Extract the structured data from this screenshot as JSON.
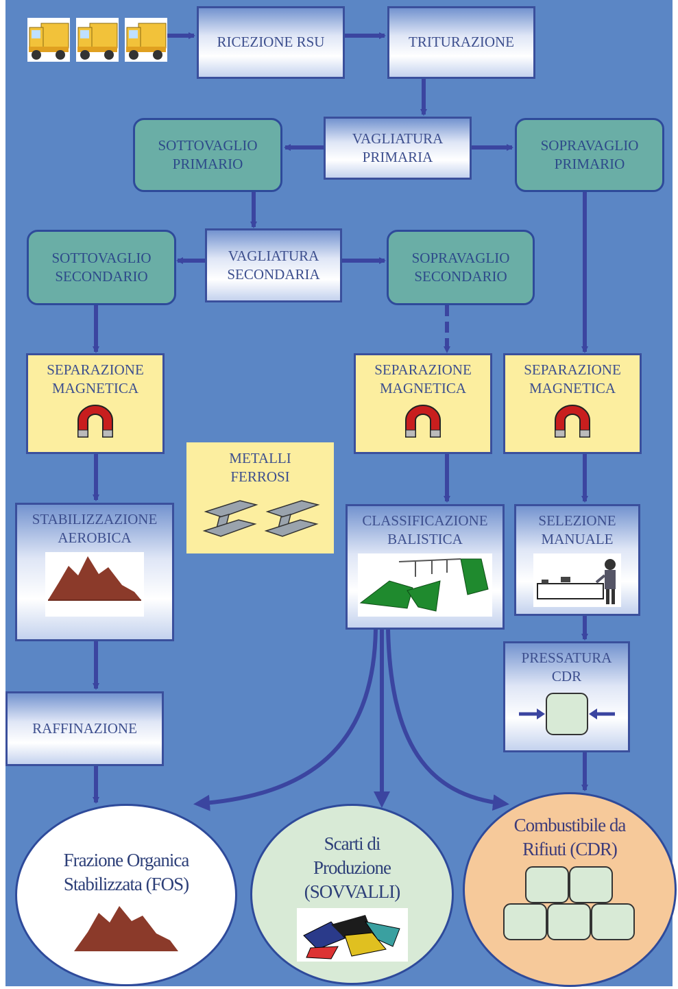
{
  "diagram": {
    "boxes": {
      "ricezione": "RICEZIONE RSU",
      "triturazione": "TRITURAZIONE",
      "vagliatura_primaria": [
        "VAGLIATURA",
        "PRIMARIA"
      ],
      "sottovaglio_primario": [
        "SOTTOVAGLIO",
        "PRIMARIO"
      ],
      "sopravaglio_primario": [
        "SOPRAVAGLIO",
        "PRIMARIO"
      ],
      "vagliatura_secondaria": [
        "VAGLIATURA",
        "SECONDARIA"
      ],
      "sottovaglio_secondario": [
        "SOTTOVAGLIO",
        "SECONDARIO"
      ],
      "sopravaglio_secondario": [
        "SOPRAVAGLIO",
        "SECONDARIO"
      ],
      "separazione_left": [
        "SEPARAZIONE",
        "MAGNETICA"
      ],
      "separazione_mid": [
        "SEPARAZIONE",
        "MAGNETICA"
      ],
      "separazione_right": [
        "SEPARAZIONE",
        "MAGNETICA"
      ],
      "metalli_ferrosi": [
        "METALLI",
        "FERROSI"
      ],
      "stabilizzazione": [
        "STABILIZZAZIONE",
        "AEROBICA"
      ],
      "classificazione": [
        "CLASSIFICAZIONE",
        "BALISTICA"
      ],
      "selezione": [
        "SELEZIONE",
        "MANUALE"
      ],
      "pressatura": [
        "PRESSATURA",
        "CDR"
      ],
      "raffinazione": "RAFFINAZIONE"
    },
    "outputs": {
      "fos": [
        "Frazione Organica",
        "Stabilizzata (FOS)"
      ],
      "scarti": [
        "Scarti di",
        "Produzione",
        "(SOVVALLI)"
      ],
      "cdr": [
        "Combustibile da",
        "Rifiuti (CDR)"
      ]
    },
    "icons": [
      "truck-icon",
      "magnet-icon",
      "steel-beam-icon",
      "compost-heap-icon",
      "ballistic-separator-icon",
      "sorting-worker-icon",
      "bale-icon",
      "scrap-pile-icon"
    ],
    "colors": {
      "background": "#5b86c5",
      "output_box": "#6aaea6",
      "magnet_box": "#fcee9f",
      "arrow": "#3b45a0",
      "fos_ellipse": "#ffffff",
      "scarti_ellipse": "#d8ead6",
      "cdr_ellipse": "#f6c99a"
    }
  }
}
